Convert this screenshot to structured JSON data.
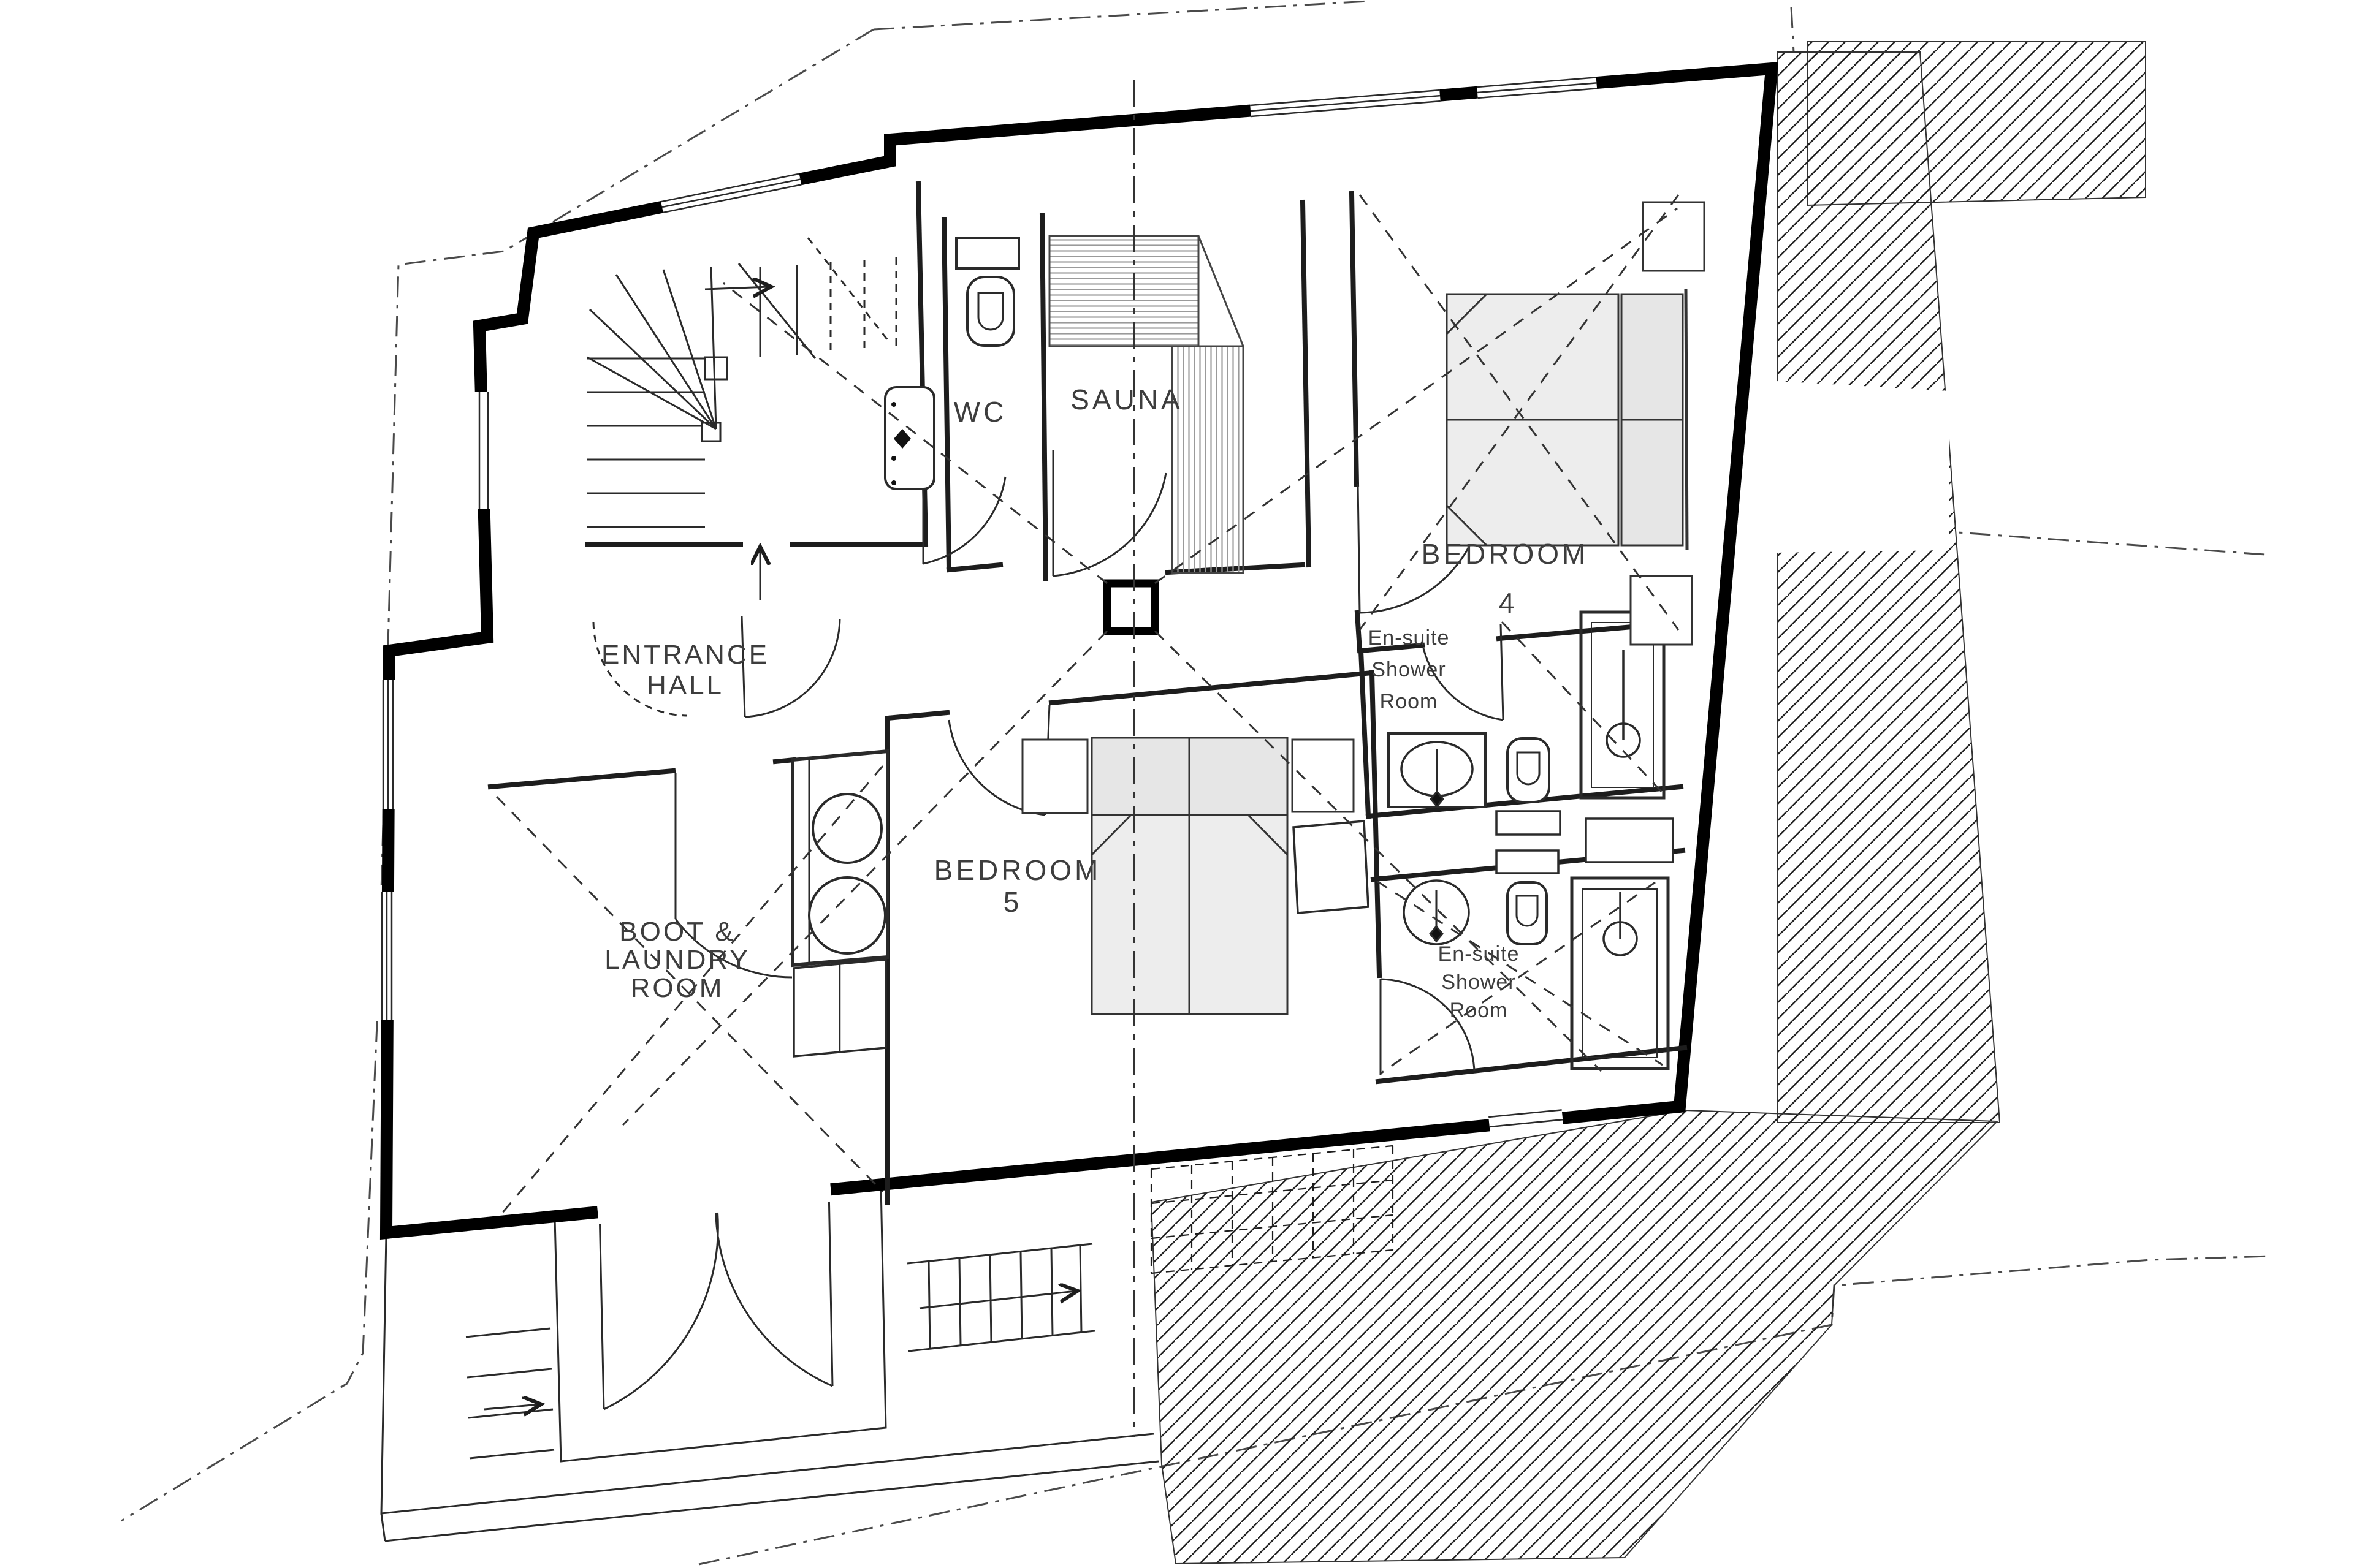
{
  "rooms": {
    "wc": {
      "label": "WC"
    },
    "sauna": {
      "label": "SAUNA"
    },
    "bedroom4": {
      "name": "BEDROOM",
      "number": "4"
    },
    "bedroom5": {
      "name": "BEDROOM",
      "number": "5"
    },
    "entrance_hall": {
      "line1": "ENTRANCE",
      "line2": "HALL"
    },
    "boot_laundry": {
      "line1": "BOOT &",
      "line2": "LAUNDRY",
      "line3": "ROOM"
    },
    "ensuite_upper": {
      "line1": "En-suite",
      "line2": "Shower",
      "line3": "Room"
    },
    "ensuite_lower": {
      "line1": "En-suite",
      "line2": "Shower",
      "line3": "Room"
    }
  },
  "colors": {
    "paper": "#ffffff",
    "ink": "#111111",
    "partition": "#1d1d1d",
    "label": "#3d3d3d",
    "furniture_fill": "#ededed",
    "bench_stripe": "#9a9a9a",
    "boundary": "#4a4a4a"
  }
}
